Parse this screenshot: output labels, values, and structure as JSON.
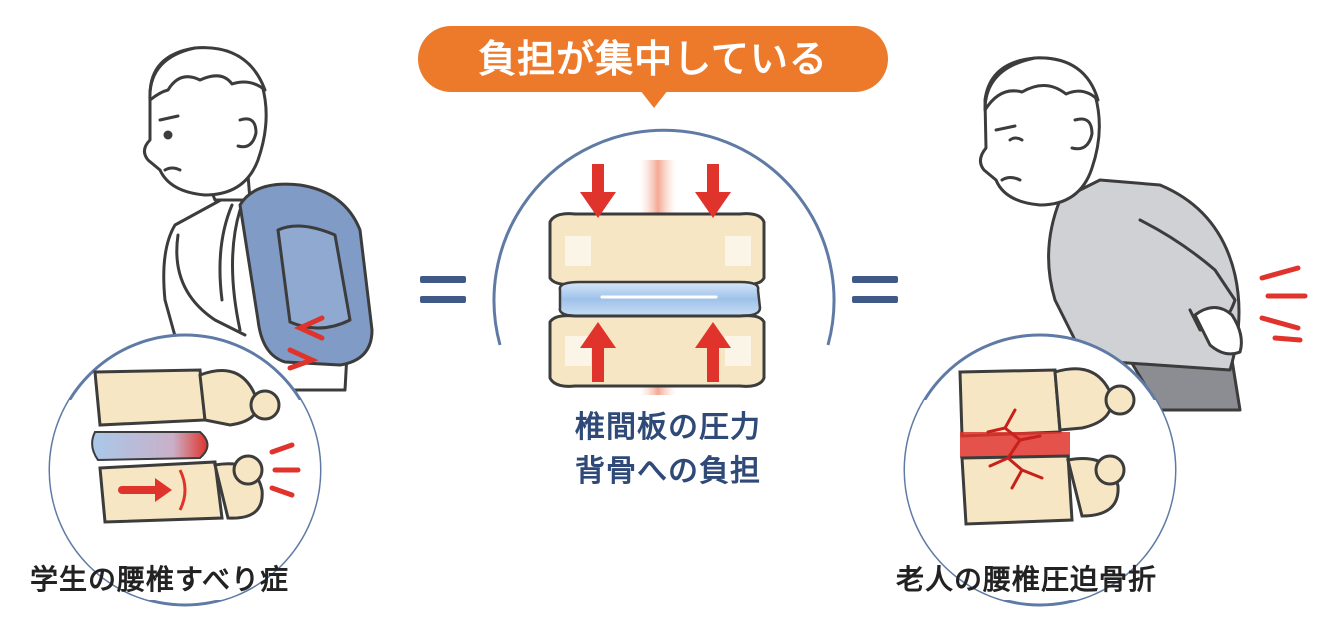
{
  "bubble": {
    "text": "負担が集中している"
  },
  "center": {
    "line1": "椎間板の圧力",
    "line2": "背骨への負担"
  },
  "left": {
    "caption": "学生の腰椎すべり症"
  },
  "right": {
    "caption": "老人の腰椎圧迫骨折"
  },
  "colors": {
    "accent_orange": "#ec7a2a",
    "arrow_red": "#e0332b",
    "text_navy": "#2f4a78",
    "equals_navy": "#3f5a86",
    "bone": "#f6e6c3",
    "disc_blue": "#a9c8ea",
    "backpack": "#7f9bc6",
    "sweater": "#cfd1d5"
  }
}
